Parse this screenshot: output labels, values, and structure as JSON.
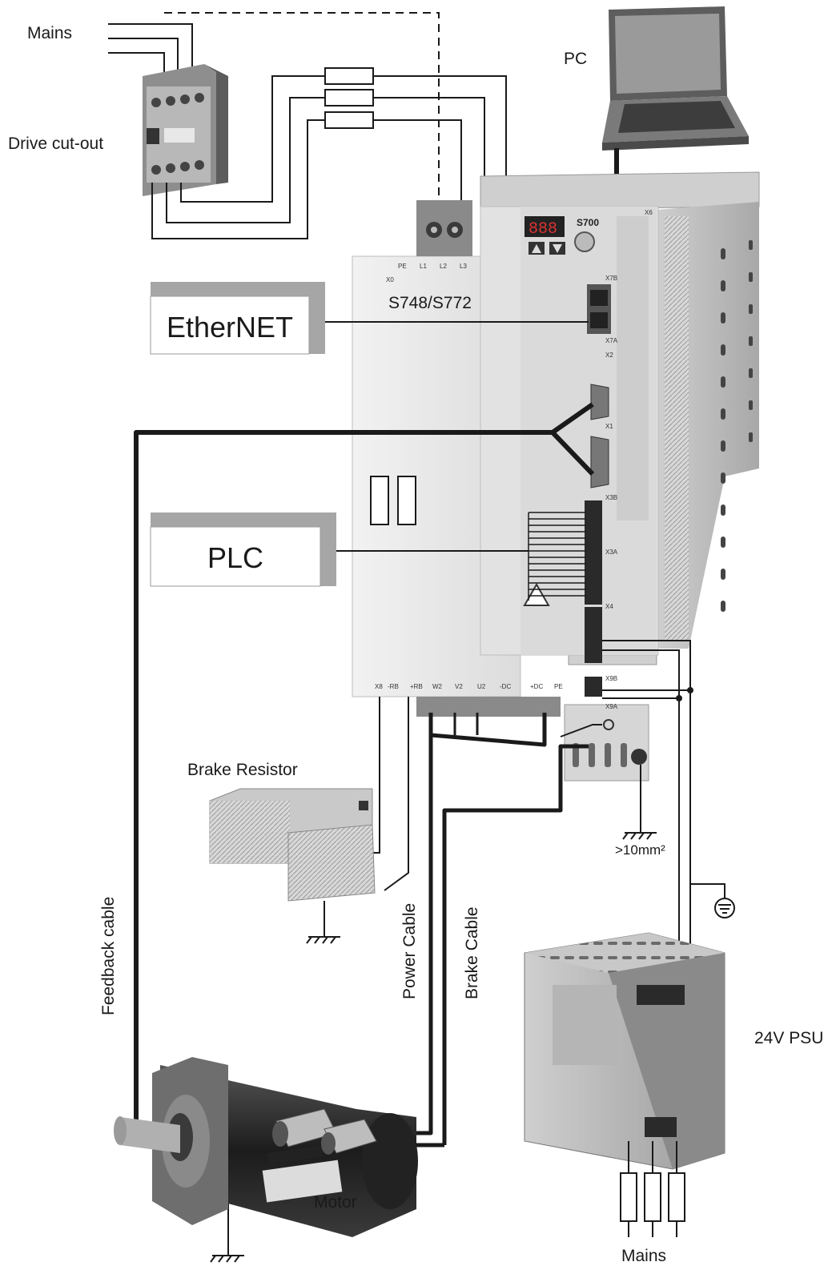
{
  "labels": {
    "mains_top": "Mains",
    "drive_cutout": "Drive cut-out",
    "pc": "PC",
    "model": "S748/S772",
    "ethernet": "EtherNET",
    "plc": "PLC",
    "brake_resistor": "Brake Resistor",
    "ground_spec": ">10mm²",
    "feedback_cable": "Feedback cable",
    "power_cable": "Power Cable",
    "brake_cable": "Brake Cable",
    "psu": "24V PSU",
    "motor": "Motor",
    "mains_bottom": "Mains"
  },
  "drive": {
    "series": "S700",
    "display": "888",
    "terminal_top": [
      "PE",
      "L1",
      "L2",
      "L3"
    ],
    "terminal_bottom": [
      "X8",
      "-RB",
      "+RB",
      "W2",
      "V2",
      "U2",
      "-DC",
      "+DC",
      "PE"
    ],
    "connectors": [
      "X0",
      "X7B",
      "X7A",
      "X2",
      "X1",
      "X3B",
      "X3A",
      "X4",
      "X9B",
      "X9A",
      "X6"
    ]
  },
  "colors": {
    "line": "#1a1a1a",
    "box_shadow": "#a6a6a6",
    "drive_body": "#e6e6e6",
    "drive_panel": "#d2d2d2"
  }
}
